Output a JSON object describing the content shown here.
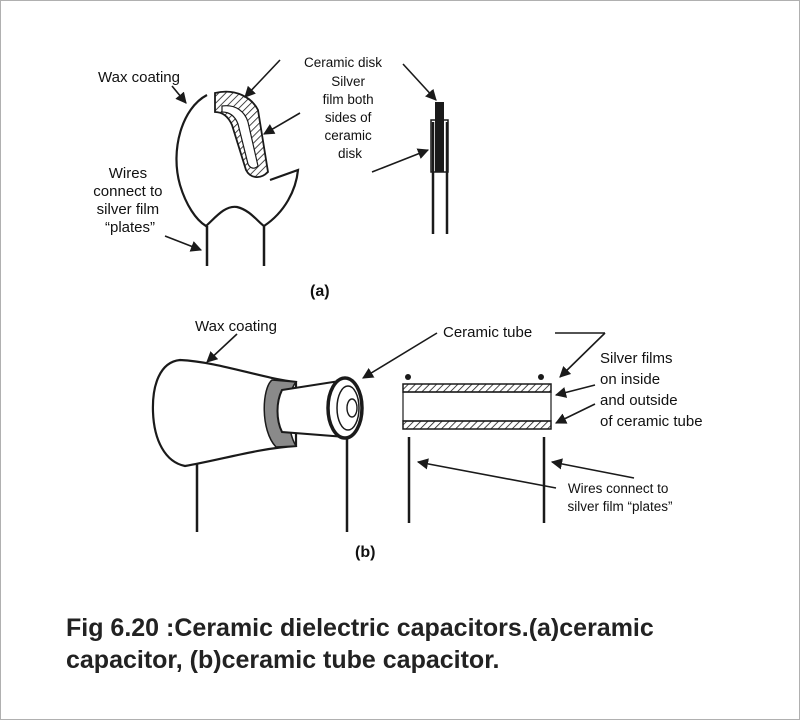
{
  "figure": {
    "panel_a": {
      "label": "(a)",
      "wax_coating": "Wax coating",
      "ceramic_disk": "Ceramic disk",
      "silver_film_lines": [
        "Silver",
        "film both",
        "sides of",
        "ceramic",
        "disk"
      ],
      "wires_lines": [
        "Wires",
        "connect to",
        "silver film",
        "“plates”"
      ]
    },
    "panel_b": {
      "label": "(b)",
      "wax_coating": "Wax coating",
      "ceramic_tube": "Ceramic tube",
      "silver_films_lines": [
        "Silver films",
        "on inside",
        "and outside",
        "of ceramic tube"
      ],
      "wires_lines": [
        "Wires connect to",
        "silver film “plates”"
      ]
    },
    "caption": "Fig 6.20 :Ceramic dielectric capacitors.(a)ceramic capacitor, (b)ceramic tube capacitor.",
    "colors": {
      "ink": "#1a1a1a",
      "background": "#ffffff",
      "silver_band": "#8a8a8a"
    }
  }
}
